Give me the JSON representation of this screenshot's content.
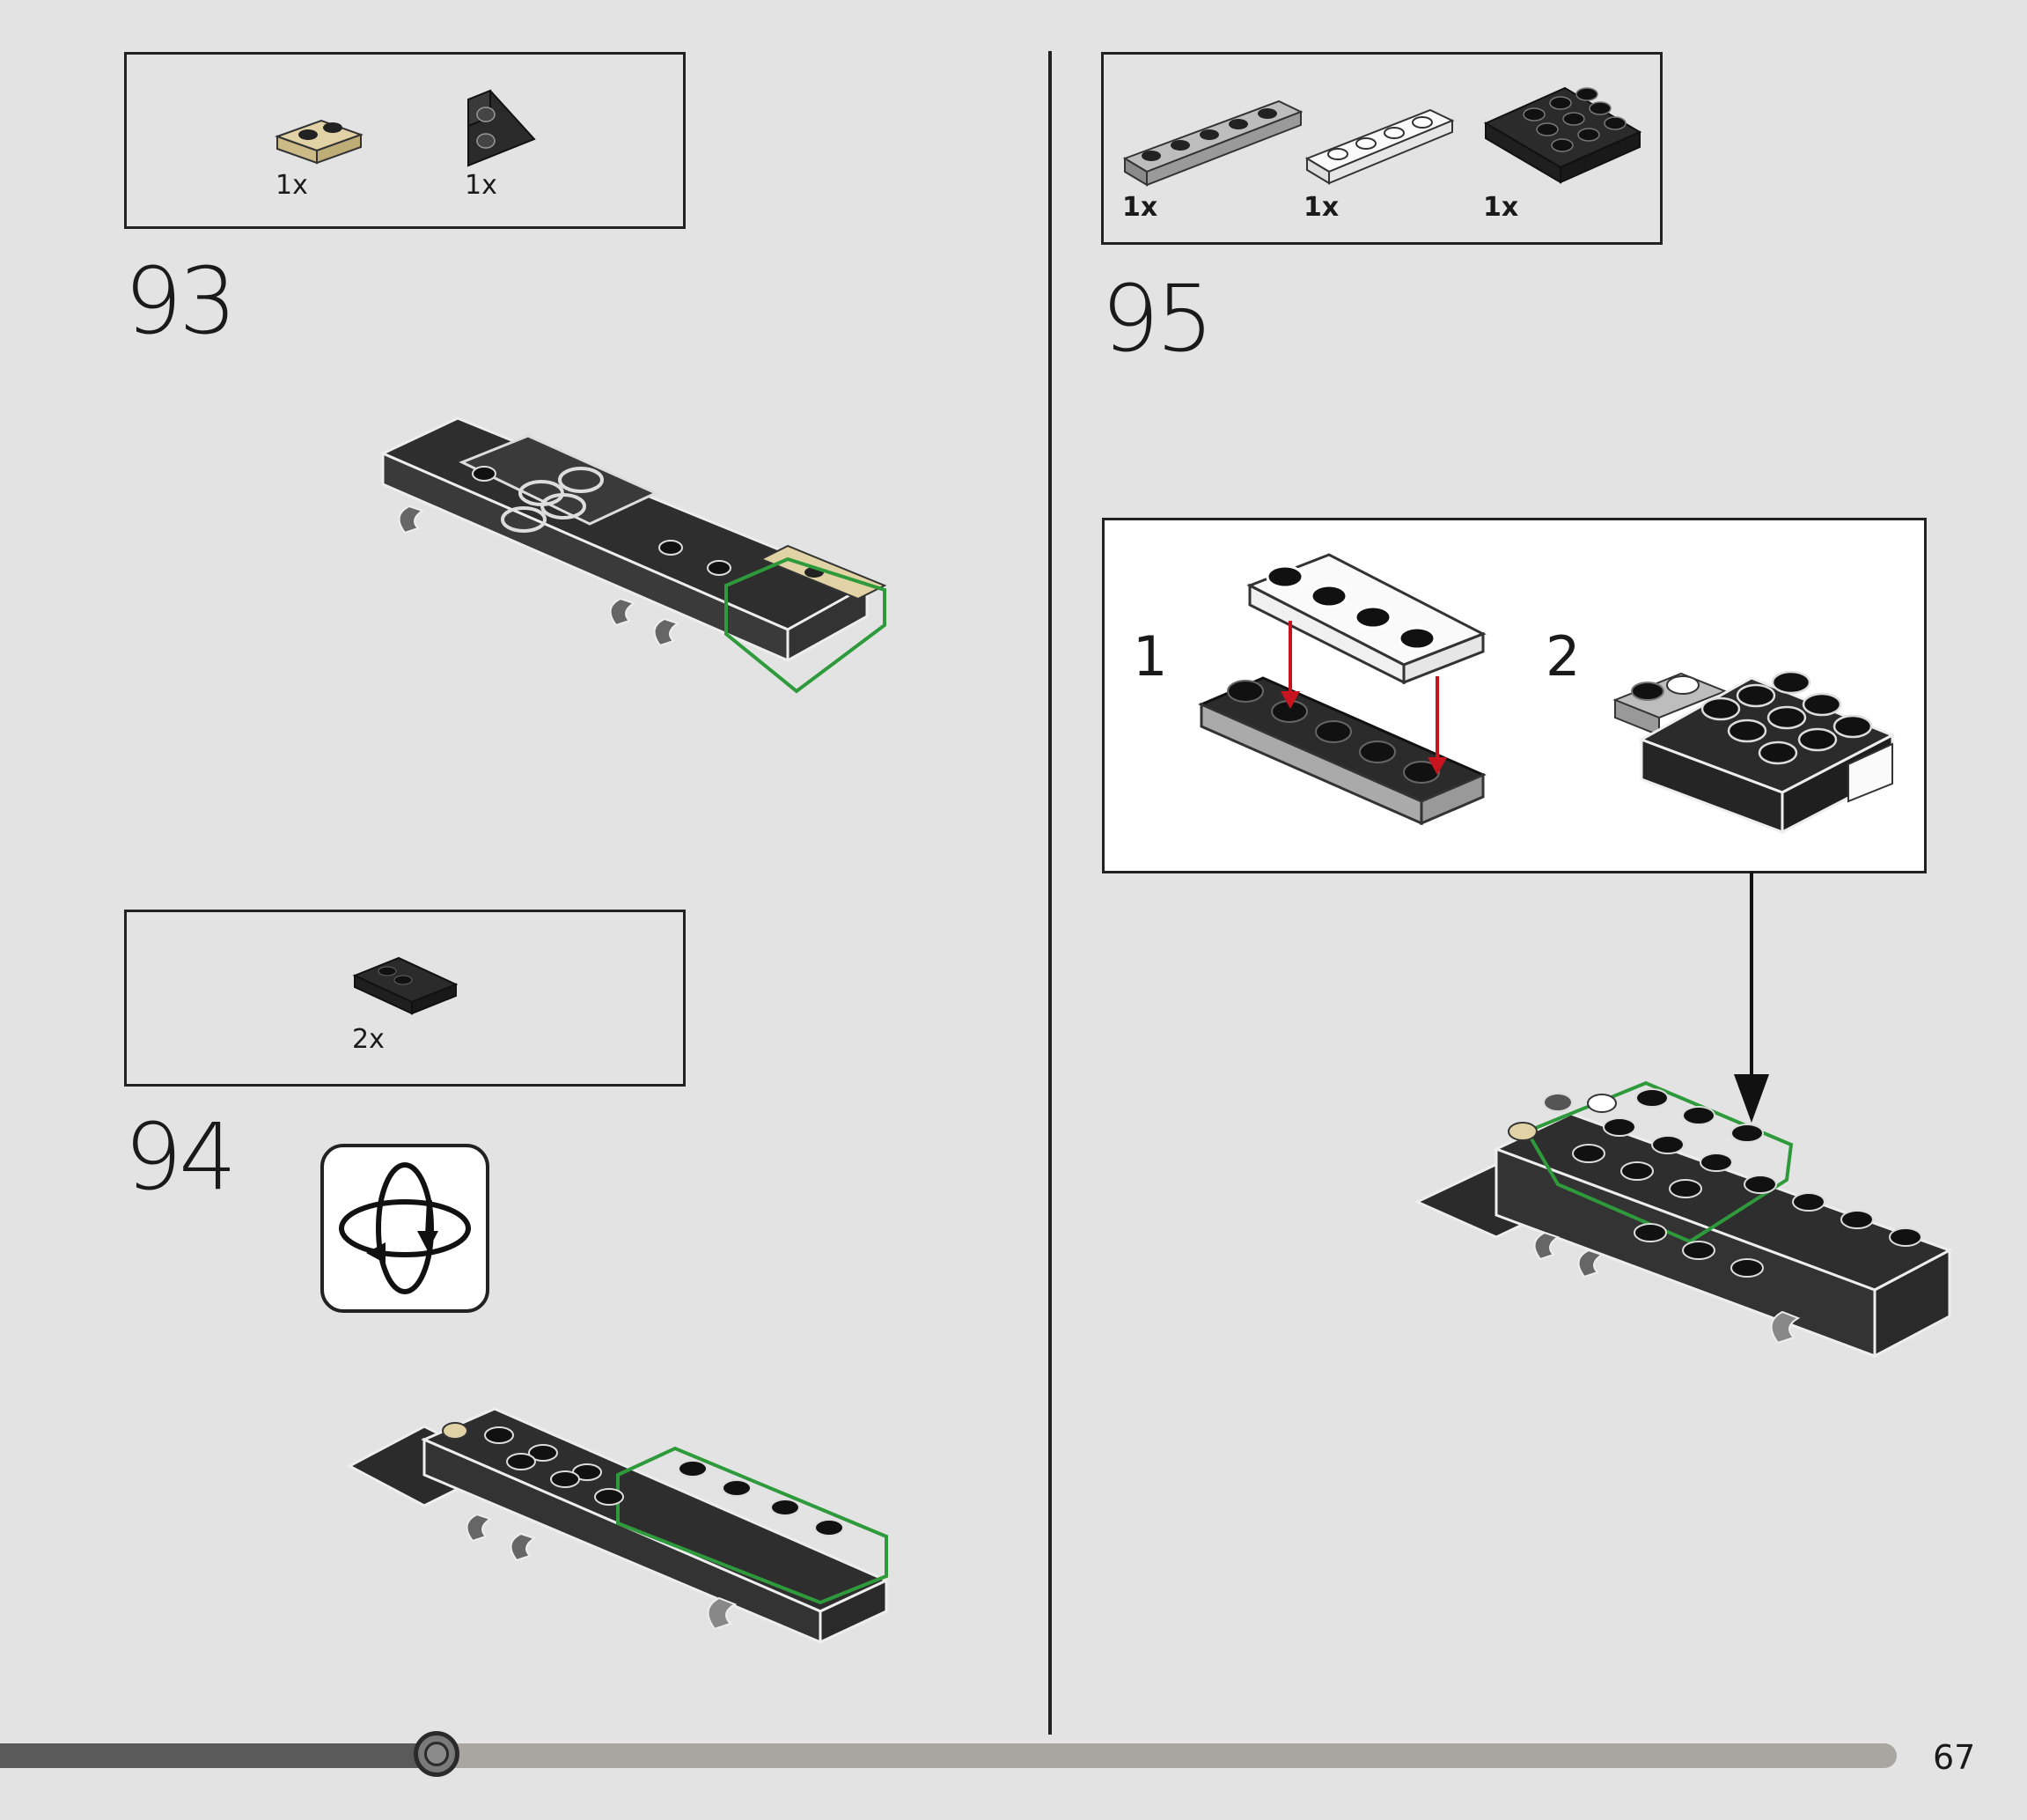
{
  "steps": [
    {
      "number": "93",
      "parts": [
        {
          "qty": "1x",
          "icon": "tan-plate-1x2-icon"
        },
        {
          "qty": "1x",
          "icon": "black-wedge-plate-icon"
        }
      ]
    },
    {
      "number": "94",
      "parts": [
        {
          "qty": "2x",
          "icon": "black-tile-2x2-icon"
        }
      ],
      "rotate_icon": "rotate-model-icon"
    },
    {
      "number": "95",
      "parts": [
        {
          "qty": "1x",
          "icon": "gray-plate-1x5-icon"
        },
        {
          "qty": "1x",
          "icon": "white-plate-1x4-icon"
        },
        {
          "qty": "1x",
          "icon": "black-plate-3x3-icon"
        }
      ],
      "substeps": [
        {
          "number": "1"
        },
        {
          "number": "2"
        }
      ]
    }
  ],
  "page": {
    "number": "67",
    "progress": 0.23
  },
  "colors": {
    "background": "#e3e3e3",
    "brick_black": "#2b2b2b",
    "brick_tan": "#d9c9a0",
    "brick_gray": "#9a9a9a",
    "highlight_green": "#2e9a3c",
    "arrow_red": "#c8141e"
  }
}
